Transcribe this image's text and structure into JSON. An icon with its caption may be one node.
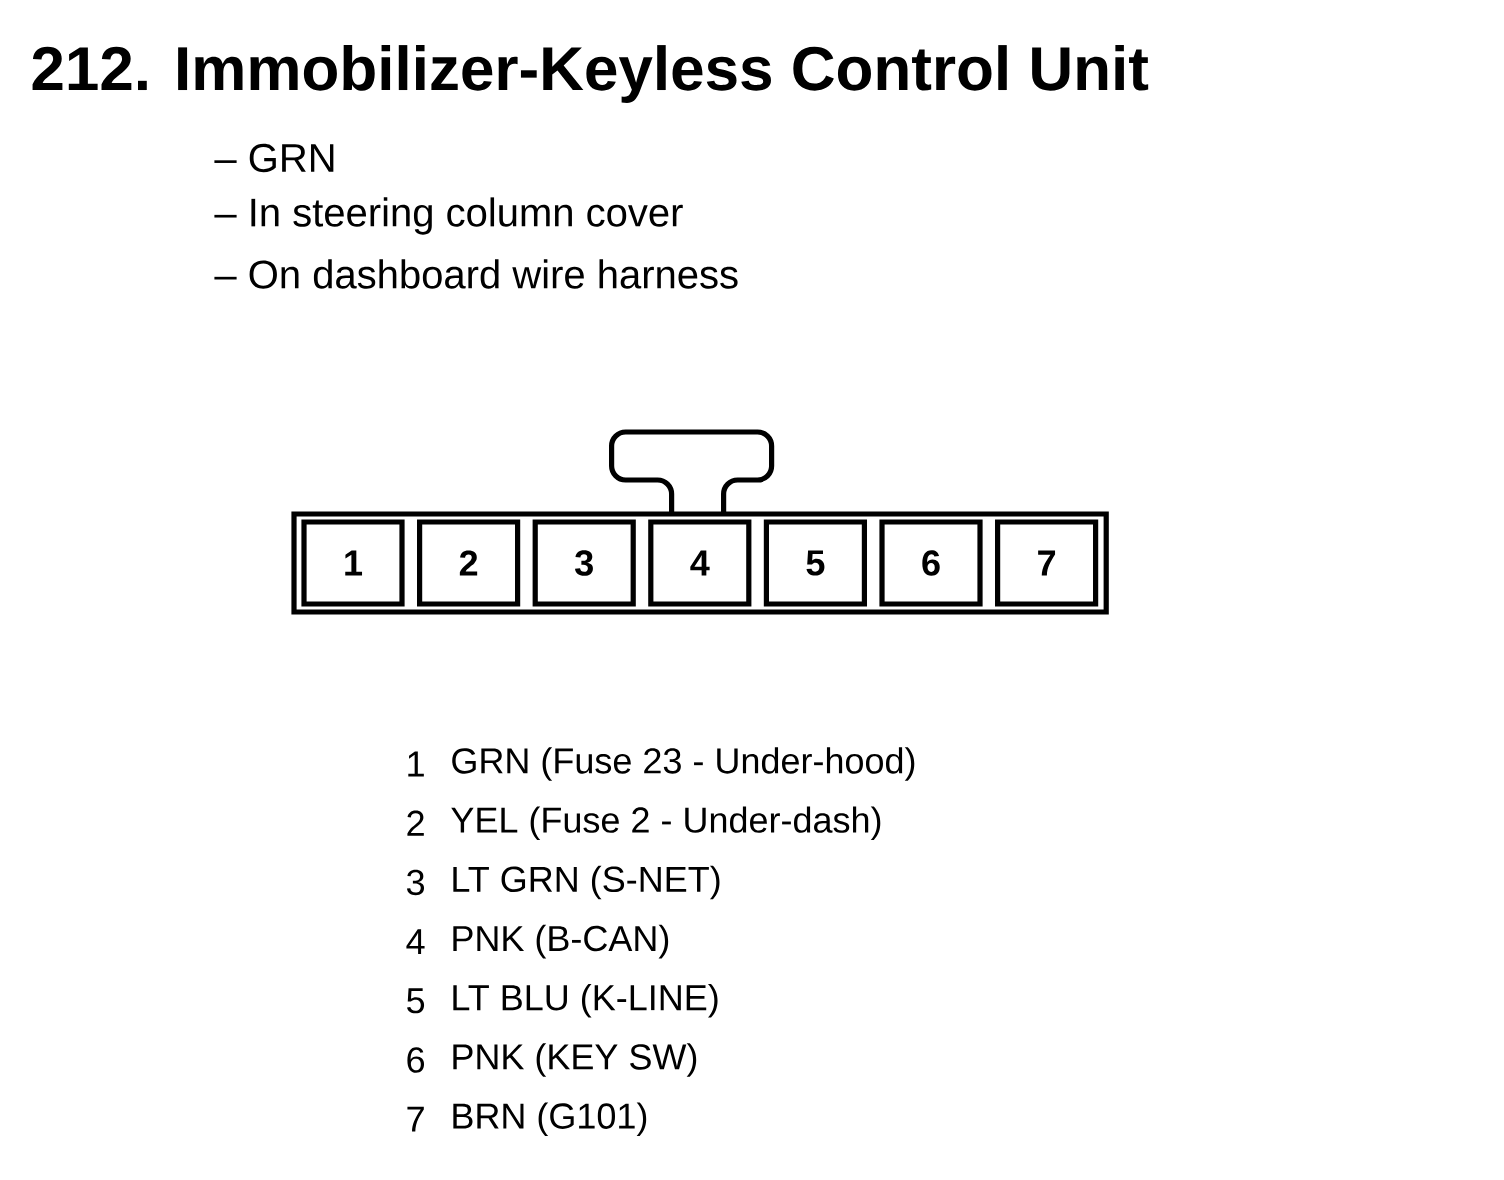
{
  "diagram": {
    "title": "212. Immobilizer-Keyless Control Unit",
    "nodes": [
      {
        "text": [
          "1"
        ]
      },
      {
        "text": [
          "2"
        ]
      },
      {
        "text": [
          "3"
        ]
      },
      {
        "text": [
          "4"
        ]
      },
      {
        "text": [
          "5"
        ]
      },
      {
        "text": [
          "6"
        ]
      },
      {
        "text": [
          "7"
        ]
      }
    ],
    "edges": [],
    "labels": [
      "– GRN",
      "– In steering column cover",
      "– On dashboard wire harness",
      "1",
      "GRN (Fuse 23 - Under-hood)",
      "2",
      "YEL (Fuse 2 - Under-dash)",
      "3",
      "LT GRN (S-NET)",
      "4",
      "PNK (B-CAN)",
      "5",
      "LT BLU (K-LINE)",
      "6",
      "PNK (KEY SW)",
      "7",
      "BRN (G101)"
    ]
  }
}
